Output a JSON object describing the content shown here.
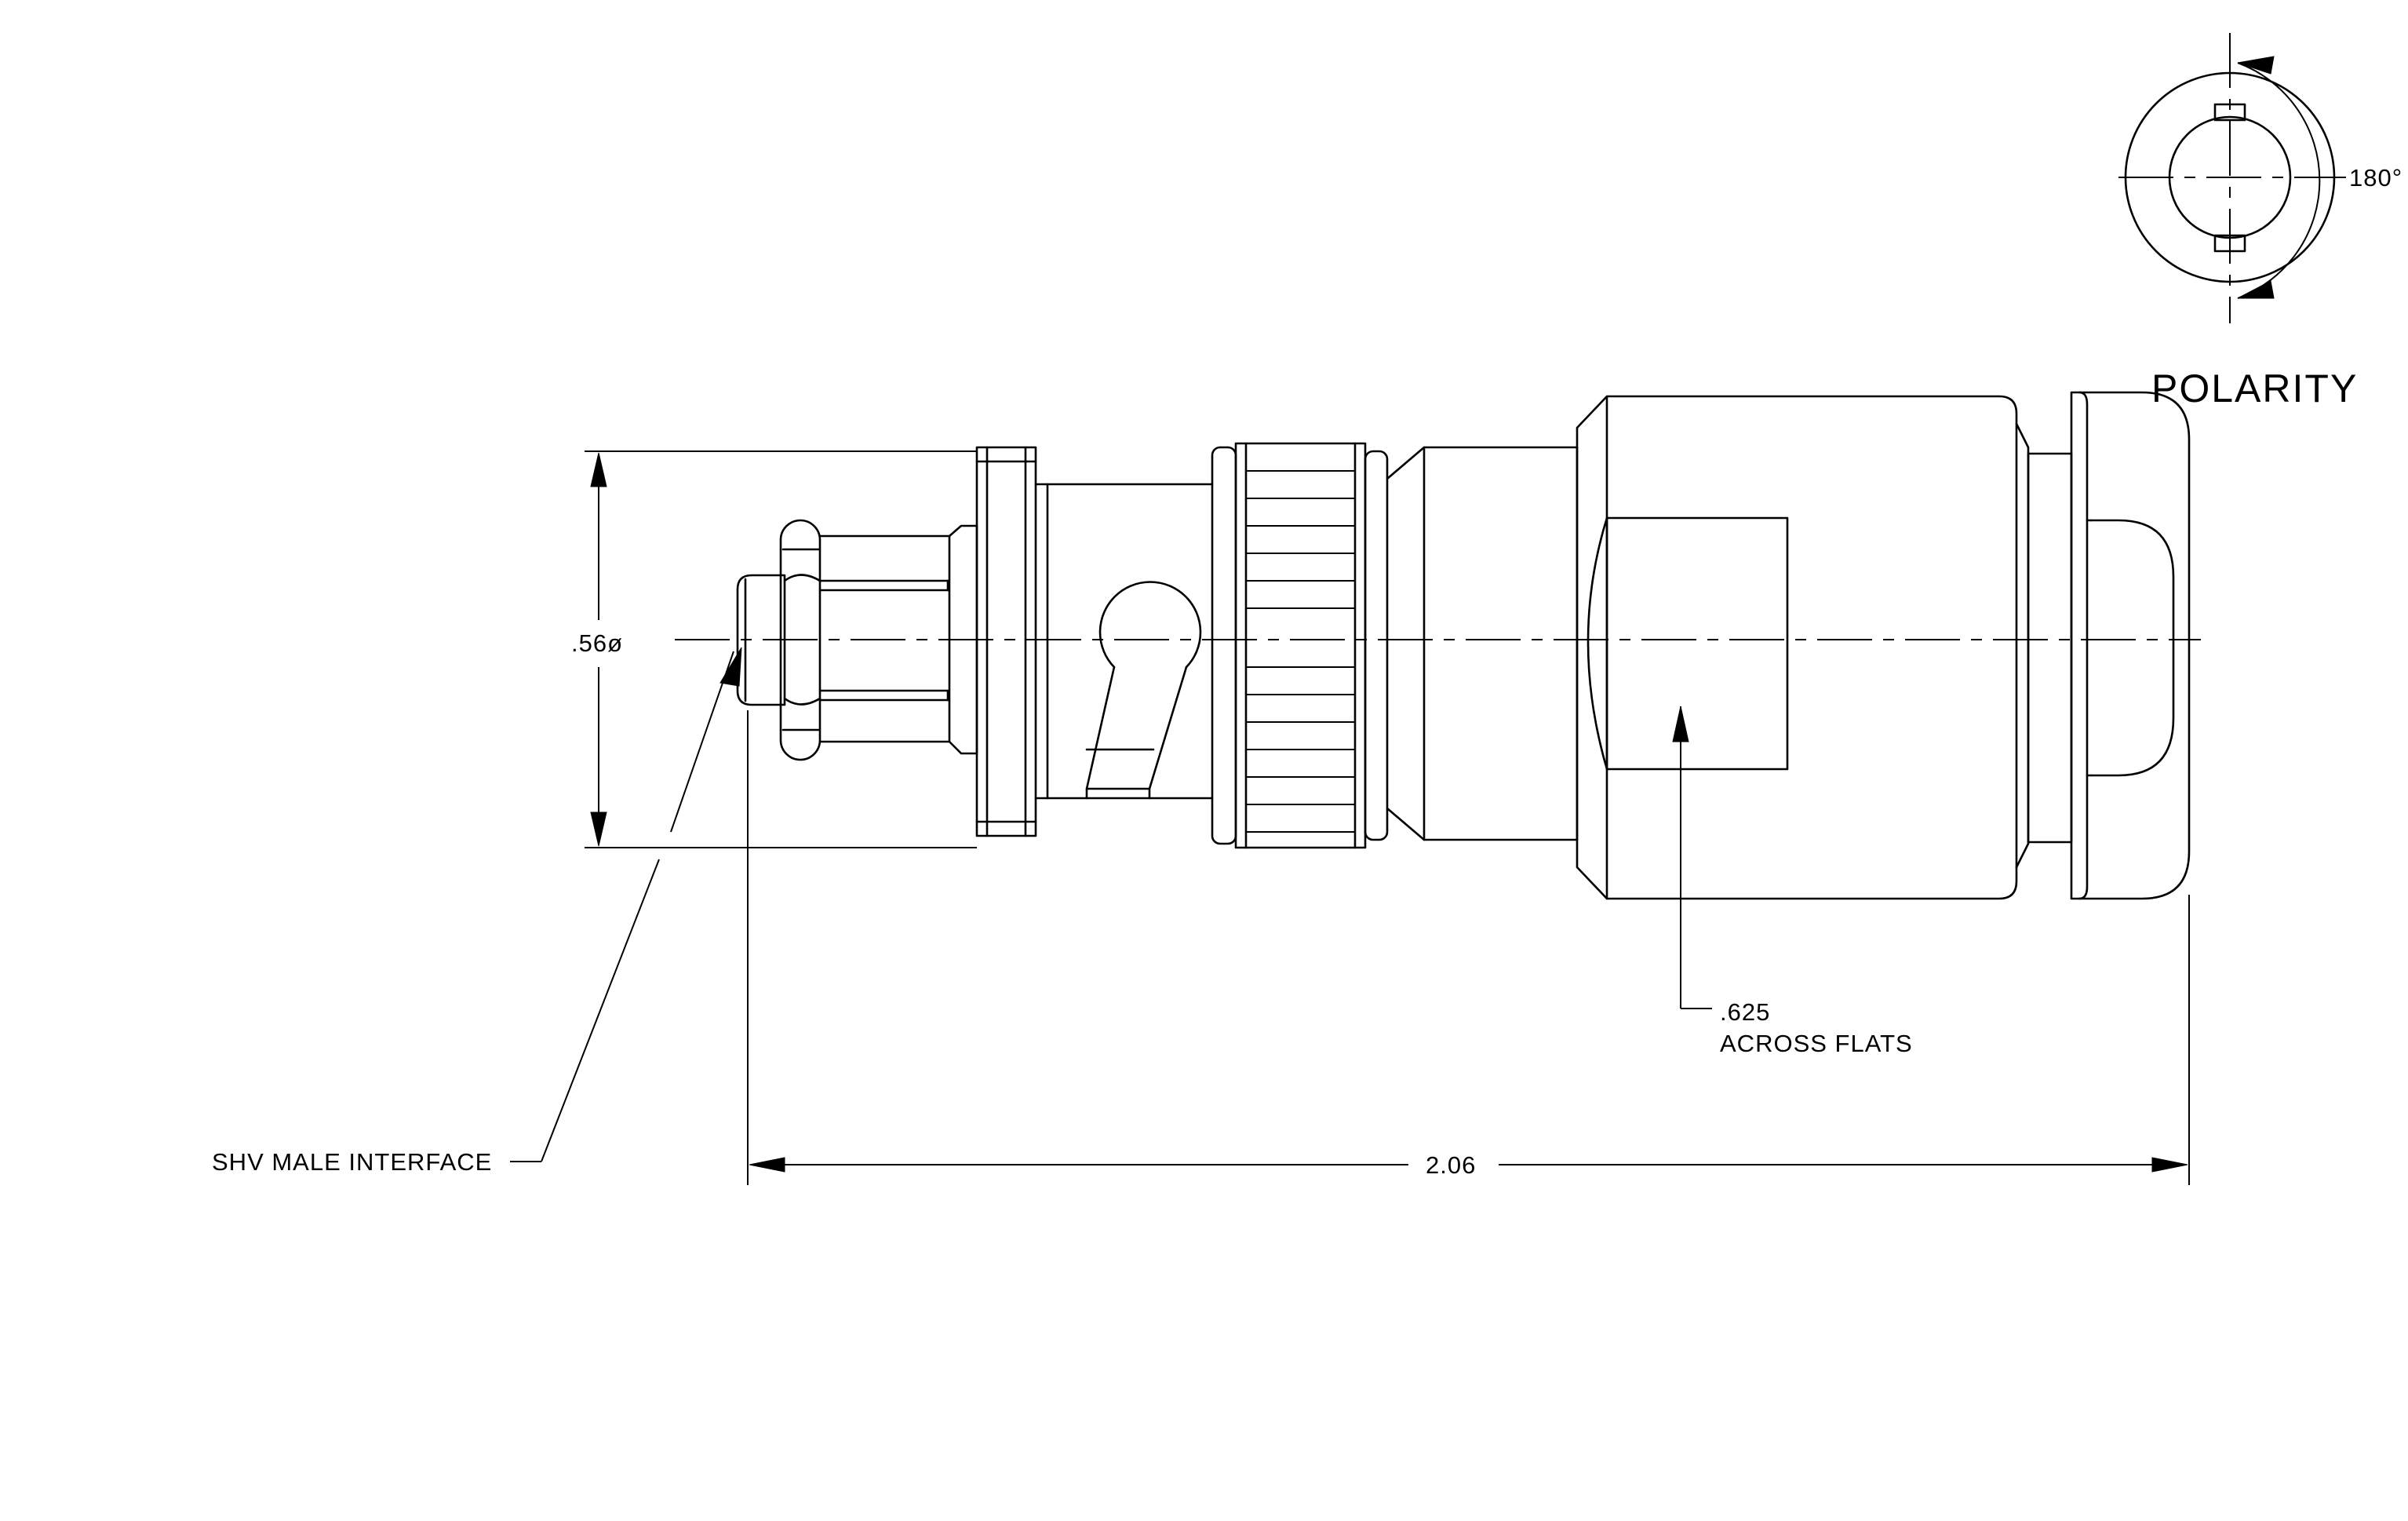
{
  "labels": {
    "polarity_title": "POLARITY",
    "polarity_angle": "180°",
    "diameter": ".56ø",
    "interface": "SHV MALE INTERFACE",
    "flats_value": ".625",
    "flats_text": "ACROSS FLATS",
    "overall_length": "2.06"
  }
}
